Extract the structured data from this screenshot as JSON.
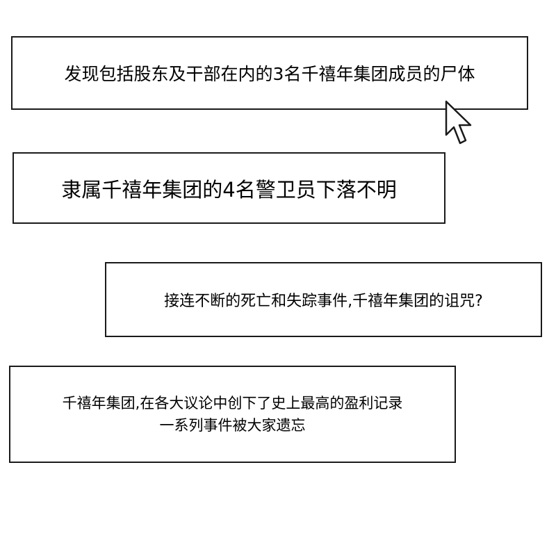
{
  "captions": [
    {
      "lines": [
        "发现包括股东及干部在内的3名千禧年集团成员的尸体"
      ]
    },
    {
      "lines": [
        "隶属千禧年集团的4名警卫员下落不明"
      ]
    },
    {
      "lines": [
        "接连不断的死亡和失踪事件,千禧年集团的诅咒?"
      ]
    },
    {
      "lines": [
        "千禧年集团,在各大议论中创下了史上最高的盈利记录",
        "一系列事件被大家遗忘"
      ]
    }
  ],
  "icons": {
    "pointer": "mouse-pointer-icon"
  },
  "colors": {
    "border": "#1a1a1a",
    "text": "#000000",
    "background": "#ffffff"
  }
}
